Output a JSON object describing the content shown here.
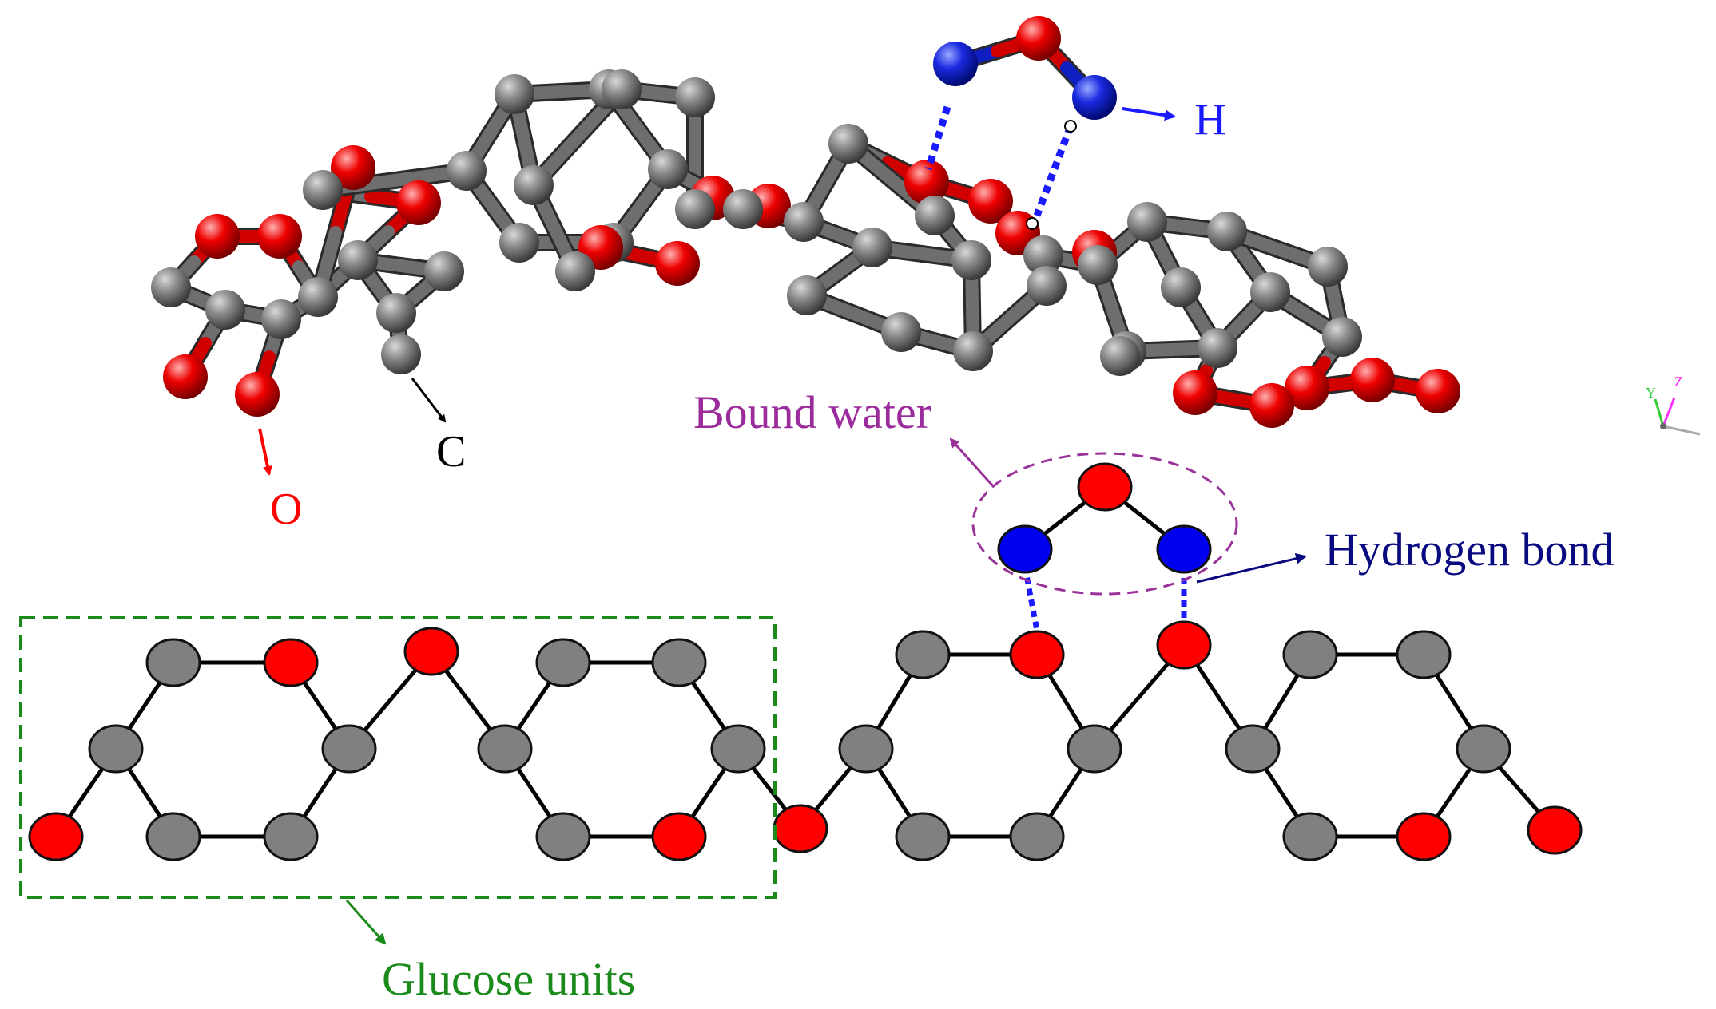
{
  "labels": {
    "hydrogen": "H",
    "carbon": "C",
    "oxygen": "O",
    "bound_water": "Bound water",
    "hydrogen_bond": "Hydrogen bond",
    "glucose_units": "Glucose units"
  },
  "axis_triad": {
    "y": "Y",
    "z": "Z"
  },
  "colors": {
    "carbon": "#808080",
    "oxygen": "#ff0000",
    "hydrogen": "#0000ee",
    "bond": "#000000",
    "hbond": "#1a1aff",
    "bound_water_outline": "#993399",
    "glucose_box": "#1a8a1a",
    "hydrogen_label": "#1a1aff",
    "hydrogen_bond_label": "#0a0a80",
    "oxygen_label": "#ff0000",
    "carbon_label": "#000000",
    "bound_water_label": "#9b2c9b",
    "glucose_label": "#1a8a1a"
  }
}
